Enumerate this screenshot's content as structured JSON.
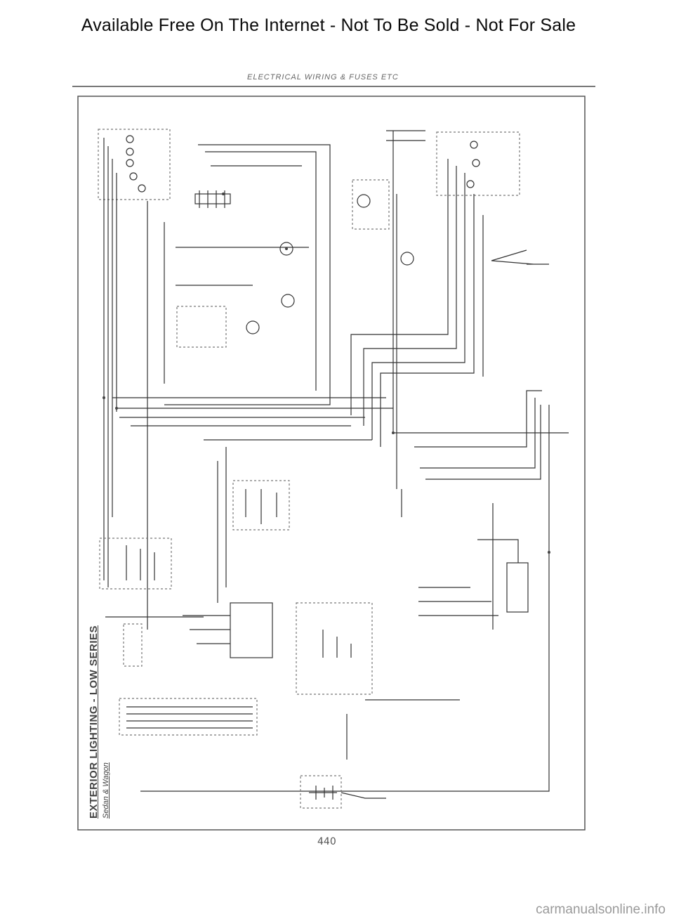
{
  "banner": "Available Free On The Internet - Not To Be Sold - Not For Sale",
  "section_heading": "ELECTRICAL WIRING & FUSES ETC",
  "diagram_title": "EXTERIOR LIGHTING - LOW SERIES",
  "diagram_subtitle": "Sedan & Wagon",
  "page_number": "440",
  "watermark": "carmanualsonline.info",
  "colors": {
    "wire": "#2f2f2f",
    "faint": "#8a8a8a",
    "paper": "#ffffff"
  }
}
